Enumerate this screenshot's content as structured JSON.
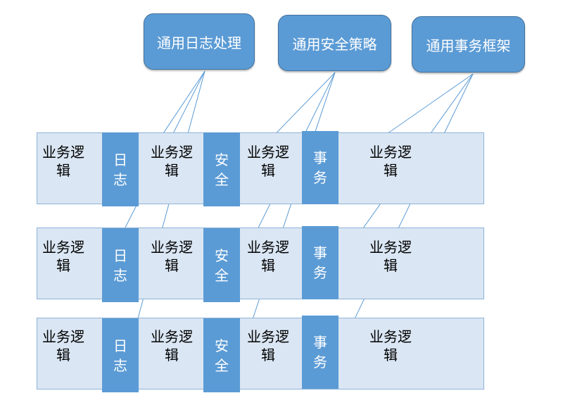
{
  "modules": {
    "logging": "通用日志处理",
    "security": "通用安全策略",
    "transaction": "通用事务框架"
  },
  "rows": [
    {
      "biz1": "业务逻辑",
      "log": "日志",
      "biz2": "业务逻辑",
      "sec": "安全",
      "biz3": "业务逻辑",
      "tx": "事务",
      "biz4": "业务逻辑"
    },
    {
      "biz1": "业务逻辑",
      "log": "日志",
      "biz2": "业务逻辑",
      "sec": "安全",
      "biz3": "业务逻辑",
      "tx": "事务",
      "biz4": "业务逻辑"
    },
    {
      "biz1": "业务逻辑",
      "log": "日志",
      "biz2": "业务逻辑",
      "sec": "安全",
      "biz3": "业务逻辑",
      "tx": "事务",
      "biz4": "业务逻辑"
    }
  ],
  "colors": {
    "box": "#5b9bd5",
    "band": "#dae6f3",
    "line": "#5b9bd5"
  }
}
